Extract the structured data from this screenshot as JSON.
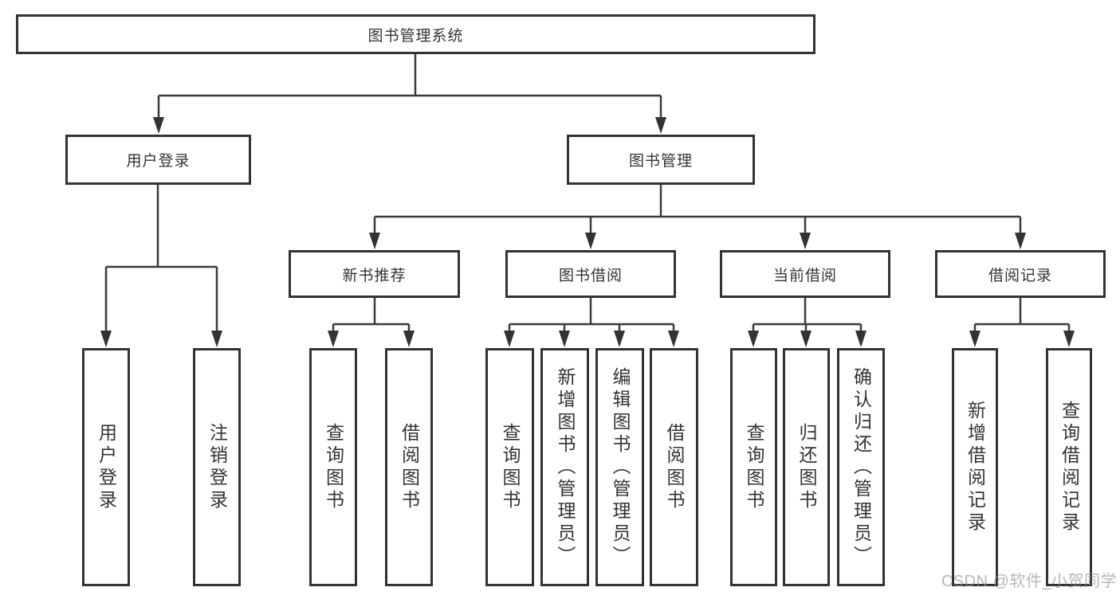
{
  "nodes": {
    "root": "图书管理系统",
    "user_login": "用户登录",
    "book_mgmt": "图书管理",
    "new_book_rec": "新书推荐",
    "book_borrow": "图书借阅",
    "current_borrow": "当前借阅",
    "borrow_record": "借阅记录",
    "ul_user_login": "用户登录",
    "ul_logout": "注销登录",
    "nb_query_book": "查询图书",
    "nb_borrow_book": "借阅图书",
    "bb_query_book": "查询图书",
    "bb_add_book": "新增图书（管理员）",
    "bb_edit_book": "编辑图书（管理员）",
    "bb_borrow_book": "借阅图书",
    "cb_query_book": "查询图书",
    "cb_return_book": "归还图书",
    "cb_confirm_return": "确认归还（管理员）",
    "br_add_record": "新增借阅记录",
    "br_query_record": "查询借阅记录"
  },
  "watermark": "CSDN @软件_小贺同学",
  "colors": {
    "border": "#333333",
    "line": "#3a3a3a",
    "text": "#333333",
    "watermark": "#919191"
  }
}
